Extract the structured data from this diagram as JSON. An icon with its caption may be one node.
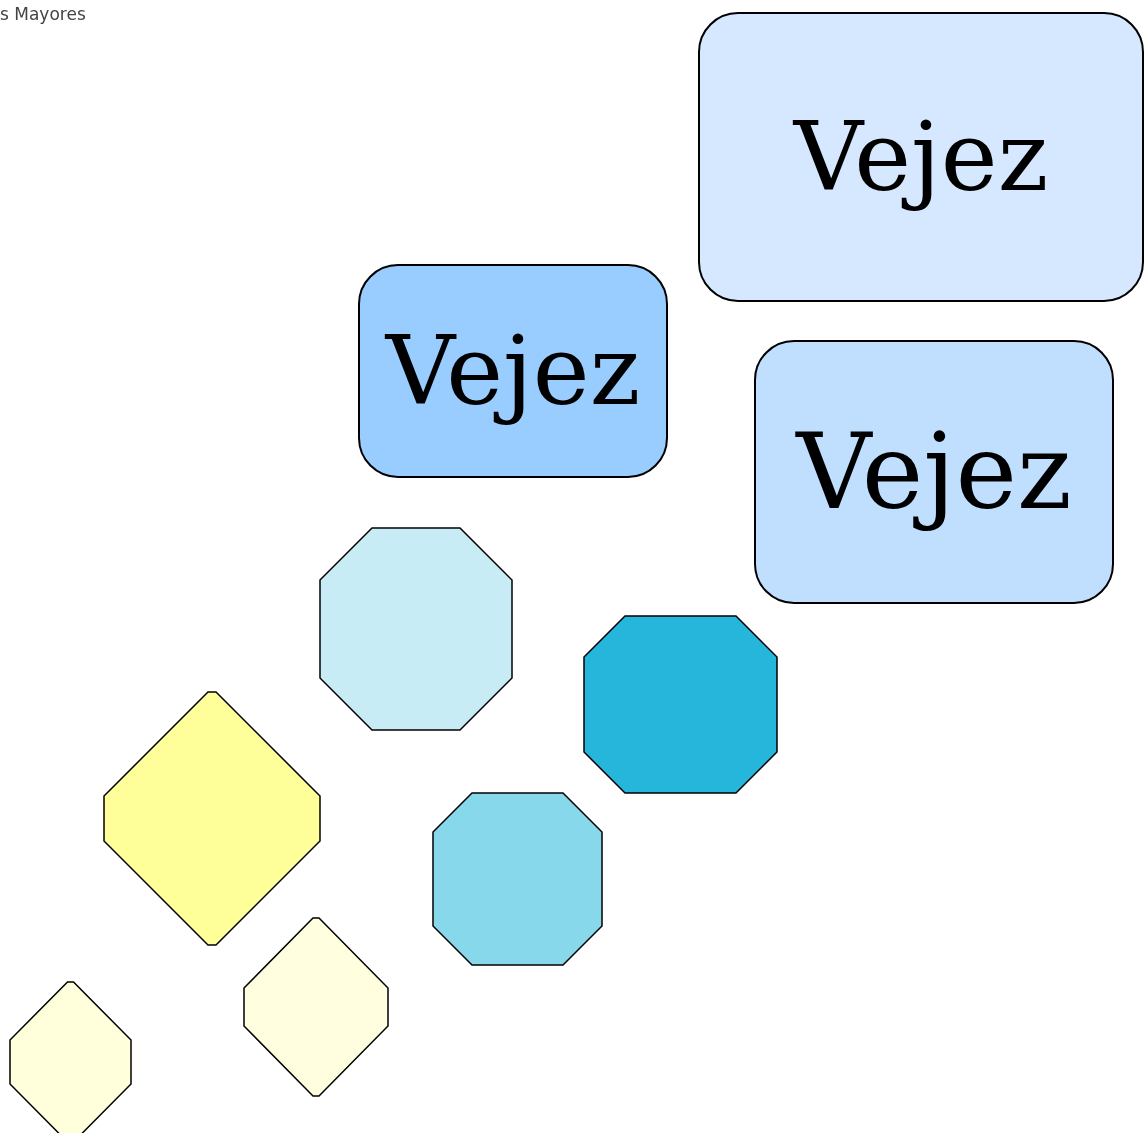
{
  "diagram": {
    "nodes": [
      {
        "text": [
          "Vejez"
        ]
      },
      {
        "text": [
          "Vejez"
        ]
      },
      {
        "text": [
          "Vejez"
        ]
      },
      {
        "text": [],
        "shape": "octagon"
      },
      {
        "text": [],
        "shape": "octagon"
      },
      {
        "text": [],
        "shape": "octagon"
      },
      {
        "text": [],
        "shape": "octagon"
      },
      {
        "text": [],
        "shape": "octagon"
      },
      {
        "text": [],
        "shape": "octagon"
      }
    ],
    "labels": [
      "s Mayores"
    ]
  }
}
